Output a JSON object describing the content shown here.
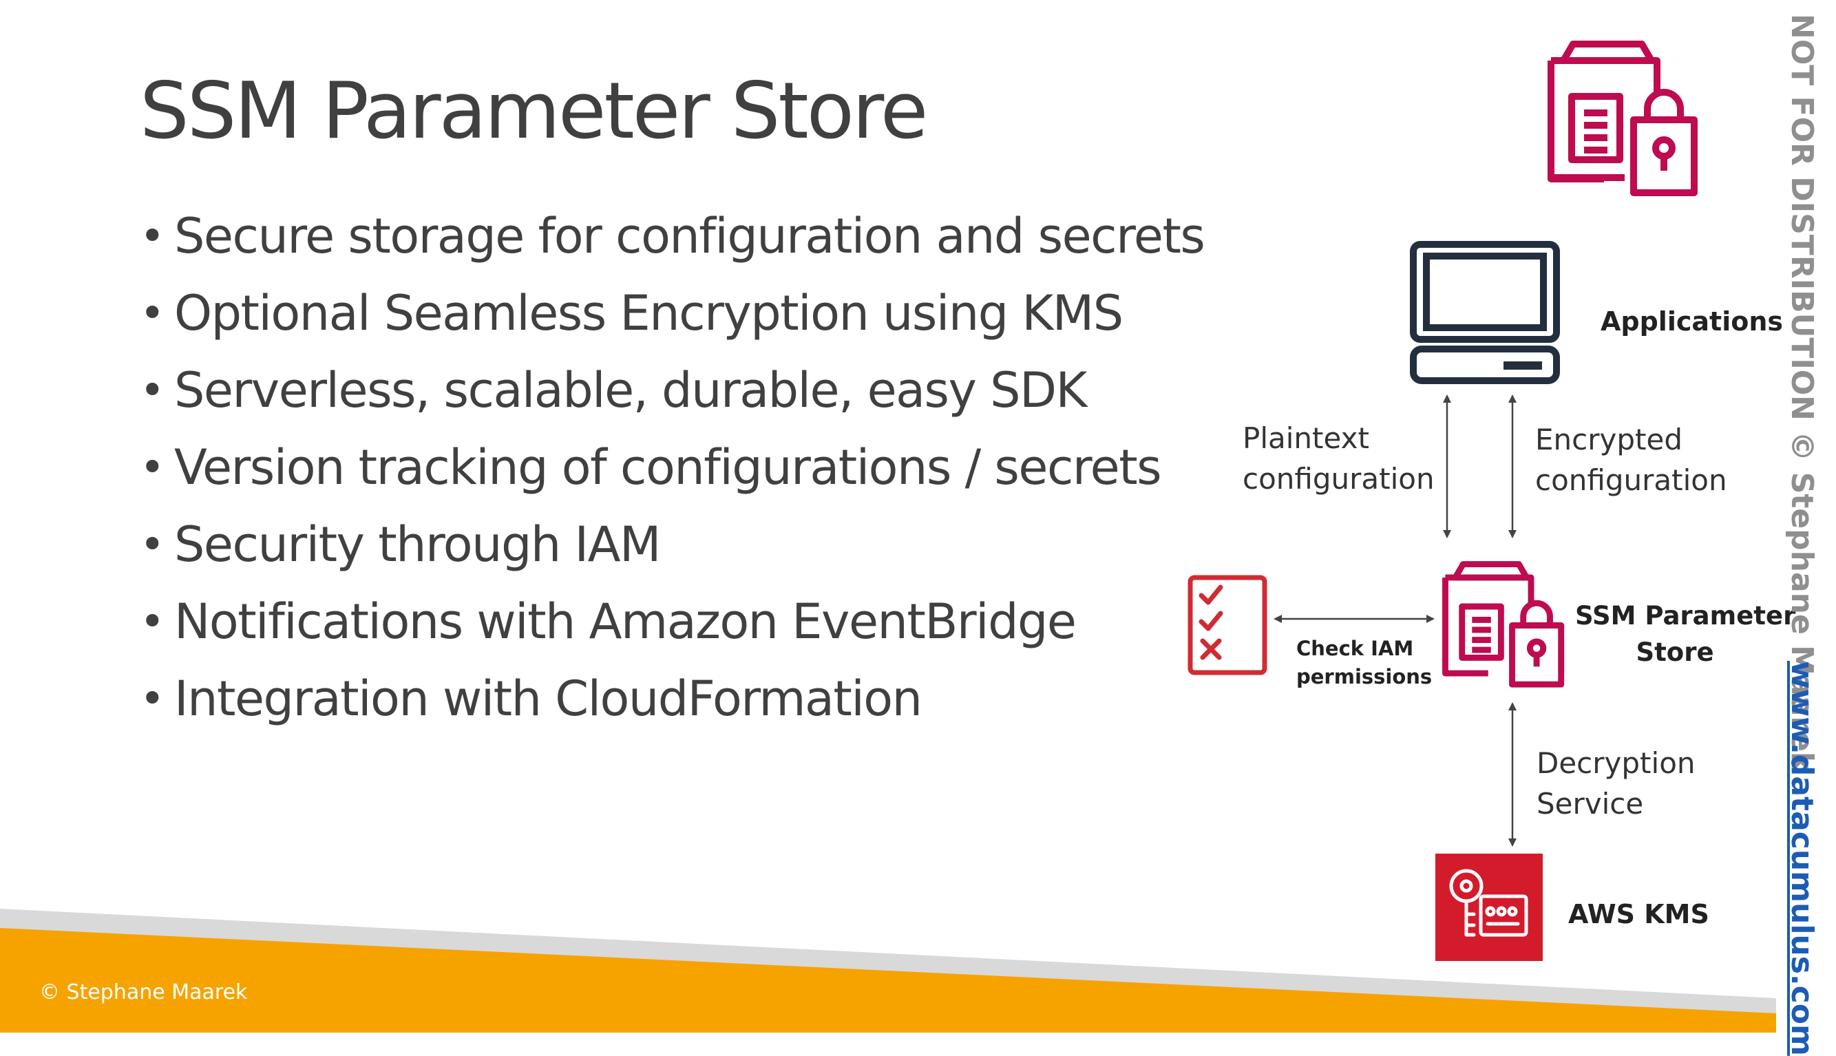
{
  "slide": {
    "title": "SSM Parameter Store",
    "bullets": [
      "Secure storage for configuration and secrets",
      "Optional Seamless Encryption using KMS",
      "Serverless, scalable, durable, easy SDK",
      "Version tracking of configurations / secrets",
      "Security through IAM",
      "Notifications with Amazon EventBridge",
      "Integration with CloudFormation"
    ],
    "footer": "© Stephane Maarek"
  },
  "diagram": {
    "applications_label": "Applications",
    "plaintext_line1": "Plaintext",
    "plaintext_line2": "configuration",
    "encrypted_line1": "Encrypted",
    "encrypted_line2": "configuration",
    "check_iam_line1": "Check IAM",
    "check_iam_line2": "permissions",
    "ssm_line1": "SSM Parameter",
    "ssm_line2": "Store",
    "decryption_line1": "Decryption",
    "decryption_line2": "Service",
    "kms_label": "AWS KMS"
  },
  "side_text": {
    "watermark": "NOT FOR DISTRIBUTION © Stephane Maarek",
    "website": "www.datacumulus.com"
  },
  "colors": {
    "ssm_pink": "#BF0B4F",
    "kms_red": "#D41B2C",
    "iam_red": "#D02C33",
    "footer_orange": "#F6A300",
    "link_blue": "#1C5CB5",
    "watermark_gray": "#8F8F8F",
    "icon_navy": "#232F3E"
  },
  "icons": [
    "ssm-parameter-store-icon",
    "laptop-icon",
    "checklist-icon",
    "kms-key-icon"
  ]
}
